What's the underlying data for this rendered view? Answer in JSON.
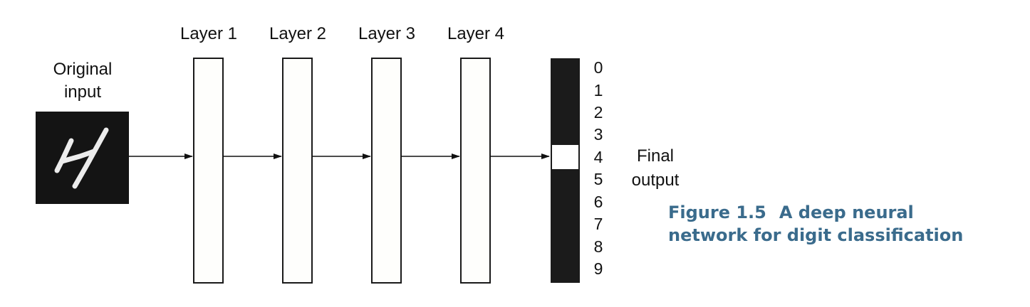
{
  "input": {
    "label_line1": "Original",
    "label_line2": "input"
  },
  "layers": [
    {
      "label": "Layer 1"
    },
    {
      "label": "Layer 2"
    },
    {
      "label": "Layer 3"
    },
    {
      "label": "Layer 4"
    }
  ],
  "output": {
    "digits": [
      "0",
      "1",
      "2",
      "3",
      "4",
      "5",
      "6",
      "7",
      "8",
      "9"
    ],
    "highlighted_digit": "4",
    "label_line1": "Final",
    "label_line2": "output"
  },
  "caption": {
    "figure_number": "Figure 1.5",
    "line1_text": "A deep neural",
    "line2_text": "network for digit classification"
  },
  "colors": {
    "caption": "#3a6b8c",
    "output_bar": "#1b1b1b",
    "input_image_bg": "#141414"
  }
}
